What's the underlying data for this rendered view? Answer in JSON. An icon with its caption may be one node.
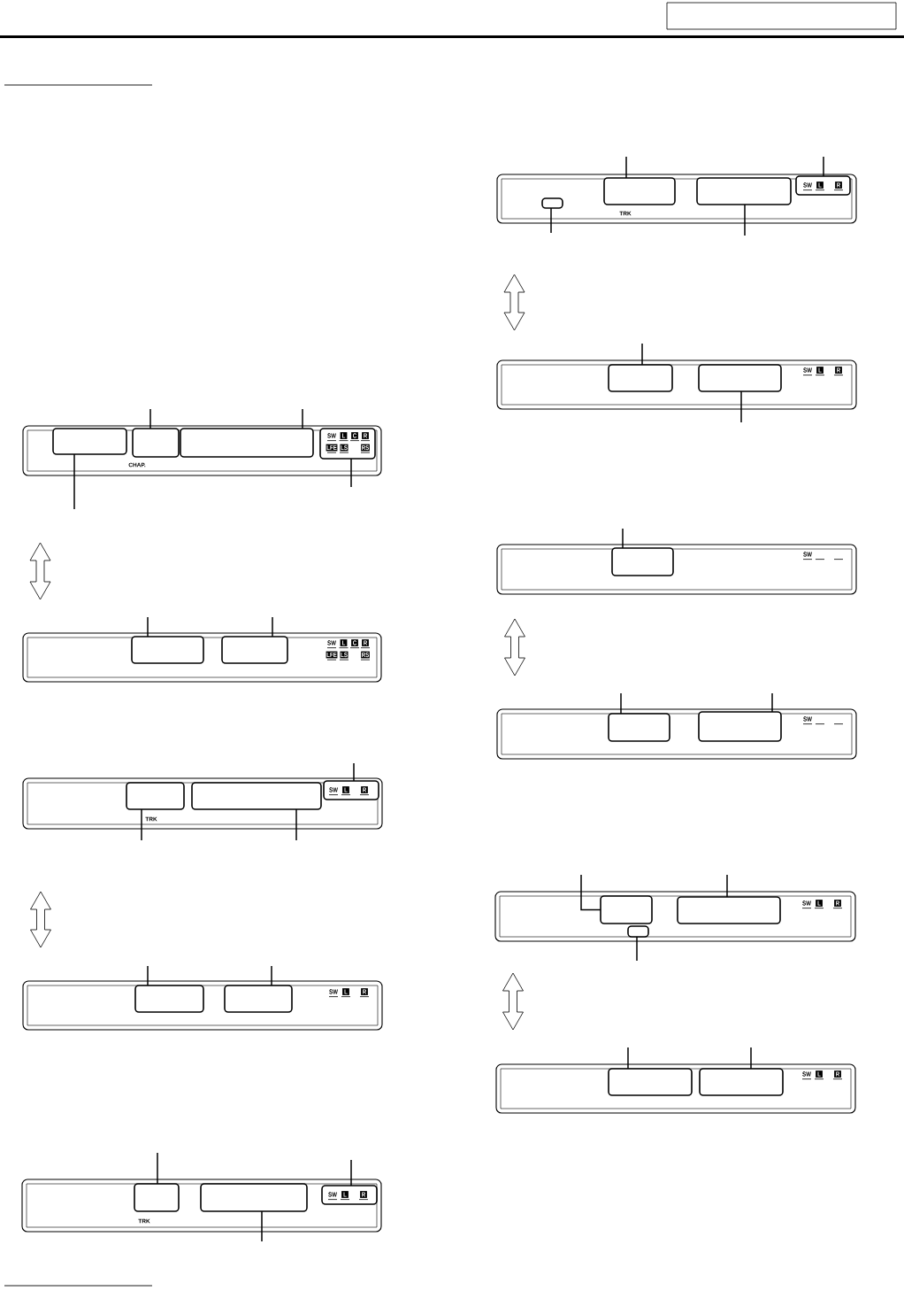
{
  "diagram": {
    "nodes": [
      {
        "text": [
          "CHAP."
        ]
      },
      {
        "text": [],
        "shape": "box",
        "in": 0
      },
      {
        "text": [],
        "shape": "box",
        "in": 0
      },
      {
        "text": [],
        "shape": "box",
        "in": 0
      },
      {
        "text": [
          "SW",
          "L",
          "C",
          "R",
          "LFE",
          "LS",
          "RS"
        ],
        "in": 0
      },
      {
        "text": [
          "SW",
          "L",
          "C",
          "R",
          "LFE",
          "LS",
          "RS"
        ]
      },
      {
        "text": [],
        "shape": "box",
        "in": 5
      },
      {
        "text": [],
        "shape": "box",
        "in": 5
      },
      {
        "text": [
          "TRK"
        ]
      },
      {
        "text": [],
        "shape": "box",
        "in": 8
      },
      {
        "text": [],
        "shape": "box",
        "in": 8
      },
      {
        "text": [
          "SW",
          "L",
          "R"
        ],
        "in": 8
      },
      {
        "text": [
          "SW",
          "L",
          "R"
        ]
      },
      {
        "text": [],
        "shape": "box",
        "in": 12
      },
      {
        "text": [],
        "shape": "box",
        "in": 12
      },
      {
        "text": [
          "TRK"
        ]
      },
      {
        "text": [],
        "shape": "box",
        "in": 15
      },
      {
        "text": [],
        "shape": "box",
        "in": 15
      },
      {
        "text": [
          "SW",
          "L",
          "R"
        ],
        "in": 15
      },
      {
        "text": [
          "TRK"
        ]
      },
      {
        "text": [],
        "shape": "box",
        "in": 19
      },
      {
        "text": [],
        "shape": "box",
        "in": 19
      },
      {
        "text": [],
        "shape": "box",
        "in": 19
      },
      {
        "text": [
          "SW",
          "L",
          "R"
        ],
        "in": 19
      },
      {
        "text": [
          "SW",
          "L",
          "R"
        ]
      },
      {
        "text": [],
        "shape": "box",
        "in": 24
      },
      {
        "text": [],
        "shape": "box",
        "in": 24
      },
      {
        "text": [
          "SW"
        ]
      },
      {
        "text": [],
        "shape": "box",
        "in": 27
      },
      {
        "text": [
          "SW"
        ]
      },
      {
        "text": [],
        "shape": "box",
        "in": 29
      },
      {
        "text": [],
        "shape": "box",
        "in": 29
      },
      {
        "text": [
          "SW",
          "L",
          "R"
        ]
      },
      {
        "text": [],
        "shape": "box",
        "in": 32
      },
      {
        "text": [],
        "shape": "box",
        "in": 32
      },
      {
        "text": [],
        "shape": "box",
        "in": 32
      },
      {
        "text": [
          "SW",
          "L",
          "R"
        ]
      },
      {
        "text": [],
        "shape": "box",
        "in": 36
      },
      {
        "text": [],
        "shape": "box",
        "in": 36
      }
    ],
    "edges": [
      {
        "from": null,
        "to": 2,
        "arrow": "none"
      },
      {
        "from": null,
        "to": 3,
        "arrow": "none"
      },
      {
        "from": null,
        "to": 1,
        "arrow": "none"
      },
      {
        "from": null,
        "to": 4,
        "arrow": "none"
      },
      {
        "from": 0,
        "to": 5,
        "arrow": "both"
      },
      {
        "from": null,
        "to": 6,
        "arrow": "none"
      },
      {
        "from": null,
        "to": 7,
        "arrow": "none"
      },
      {
        "from": null,
        "to": 11,
        "arrow": "none"
      },
      {
        "from": null,
        "to": 9,
        "arrow": "none"
      },
      {
        "from": null,
        "to": 10,
        "arrow": "none"
      },
      {
        "from": 8,
        "to": 12,
        "arrow": "both"
      },
      {
        "from": null,
        "to": 13,
        "arrow": "none"
      },
      {
        "from": null,
        "to": 14,
        "arrow": "none"
      },
      {
        "from": null,
        "to": 16,
        "arrow": "none"
      },
      {
        "from": null,
        "to": 18,
        "arrow": "none"
      },
      {
        "from": null,
        "to": 17,
        "arrow": "none"
      },
      {
        "from": null,
        "to": 21,
        "arrow": "none"
      },
      {
        "from": null,
        "to": 23,
        "arrow": "none"
      },
      {
        "from": null,
        "to": 20,
        "arrow": "none"
      },
      {
        "from": null,
        "to": 22,
        "arrow": "none"
      },
      {
        "from": 19,
        "to": 24,
        "arrow": "both"
      },
      {
        "from": null,
        "to": 25,
        "arrow": "none"
      },
      {
        "from": null,
        "to": 26,
        "arrow": "none"
      },
      {
        "from": null,
        "to": 28,
        "arrow": "none"
      },
      {
        "from": 27,
        "to": 29,
        "arrow": "both"
      },
      {
        "from": null,
        "to": 30,
        "arrow": "none"
      },
      {
        "from": null,
        "to": 31,
        "arrow": "none"
      },
      {
        "from": null,
        "to": 33,
        "arrow": "none"
      },
      {
        "from": null,
        "to": 35,
        "arrow": "none"
      },
      {
        "from": null,
        "to": 34,
        "arrow": "none"
      },
      {
        "from": 32,
        "to": 36,
        "arrow": "both"
      },
      {
        "from": null,
        "to": 37,
        "arrow": "none"
      },
      {
        "from": null,
        "to": 38,
        "arrow": "none"
      }
    ]
  }
}
